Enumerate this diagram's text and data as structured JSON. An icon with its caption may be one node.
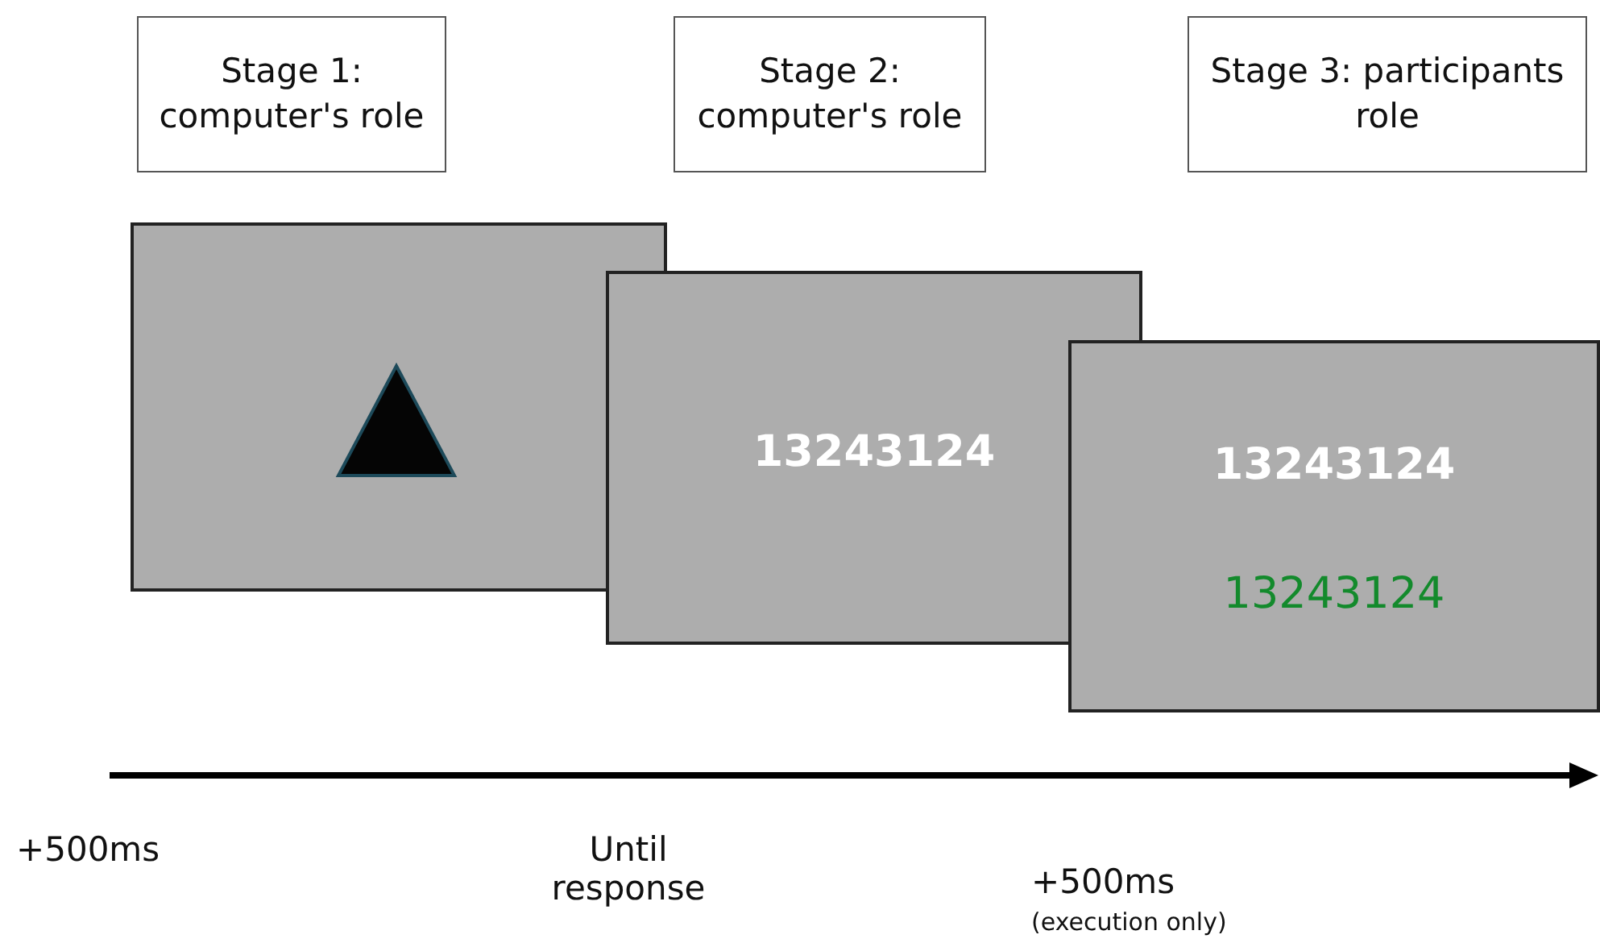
{
  "diagram": {
    "nodes": [
      {
        "text": [
          "Stage 1: computer's role"
        ]
      },
      {
        "text": [
          "Stage 2: computer's role"
        ]
      },
      {
        "text": [
          "Stage 3: participants role"
        ]
      },
      {
        "text": [],
        "shape": "box"
      },
      {
        "text": [
          "13243124"
        ]
      },
      {
        "text": [
          "13243124",
          "13243124"
        ]
      },
      {
        "text": [],
        "shape": "triangle",
        "in": 3
      }
    ],
    "edges": [],
    "labels": [
      "+500ms",
      "Until response",
      "+500ms",
      "(execution only)"
    ]
  }
}
